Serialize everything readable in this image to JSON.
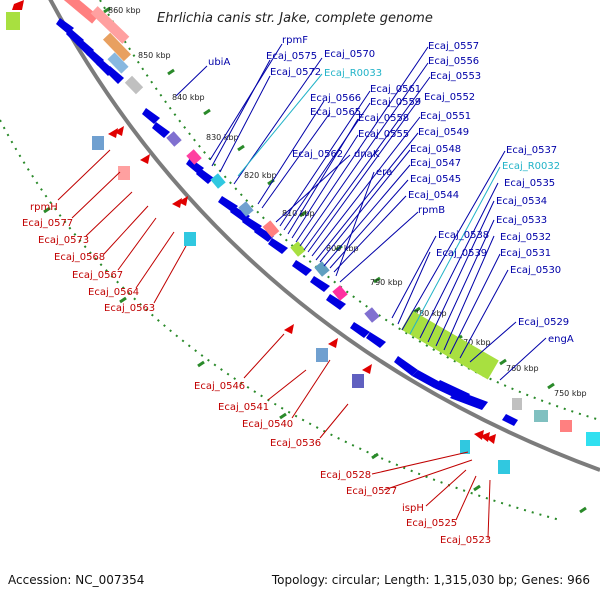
{
  "title": "Ehrlichia canis str. Jake, complete genome",
  "footer": {
    "accession": "Accession: NC_007354",
    "topology": "Topology: circular; Length: 1,315,030 bp; Genes: 966"
  },
  "kbp_ticks": [
    "860 kbp",
    "850 kbp",
    "840 kbp",
    "830 kbp",
    "820 kbp",
    "810 kbp",
    "800 kbp",
    "790 kbp",
    "780 kbp",
    "770 kbp",
    "760 kbp",
    "750 kbp"
  ],
  "labels_blue": [
    "ubiA",
    "rpmF",
    "Ecaj_0575",
    "Ecaj_0572",
    "Ecaj_0570",
    "Ecaj_0566",
    "Ecaj_0565",
    "Ecaj_0562",
    "dnaK",
    "Ecaj_0561",
    "Ecaj_0559",
    "Ecaj_0558",
    "Ecaj_0555",
    "Ecaj_0557",
    "Ecaj_0556",
    "Ecaj_0553",
    "Ecaj_0552",
    "Ecaj_0551",
    "Ecaj_0549",
    "Ecaj_0548",
    "Ecaj_0547",
    "Ecaj_0545",
    "Ecaj_0544",
    "era",
    "rpmB",
    "Ecaj_0538",
    "Ecaj_0539",
    "Ecaj_0537",
    "Ecaj_0535",
    "Ecaj_0534",
    "Ecaj_0533",
    "Ecaj_0532",
    "Ecaj_0531",
    "Ecaj_0530",
    "Ecaj_0529",
    "engA"
  ],
  "labels_cyan": [
    "Ecaj_R0033",
    "Ecaj_R0032"
  ],
  "labels_red": [
    "rpmH",
    "Ecaj_0577",
    "Ecaj_0573",
    "Ecaj_0568",
    "Ecaj_0567",
    "Ecaj_0564",
    "Ecaj_0563",
    "Ecaj_0546",
    "Ecaj_0541",
    "Ecaj_0540",
    "Ecaj_0536",
    "Ecaj_0528",
    "Ecaj_0527",
    "ispH",
    "Ecaj_0525",
    "Ecaj_0523"
  ],
  "colors": {
    "forward_gene": "#e00000",
    "reverse_gene": "#0000e0",
    "backbone": "#888888",
    "tick_dots": "#2a8a2a",
    "highlight": "#a8e040"
  }
}
